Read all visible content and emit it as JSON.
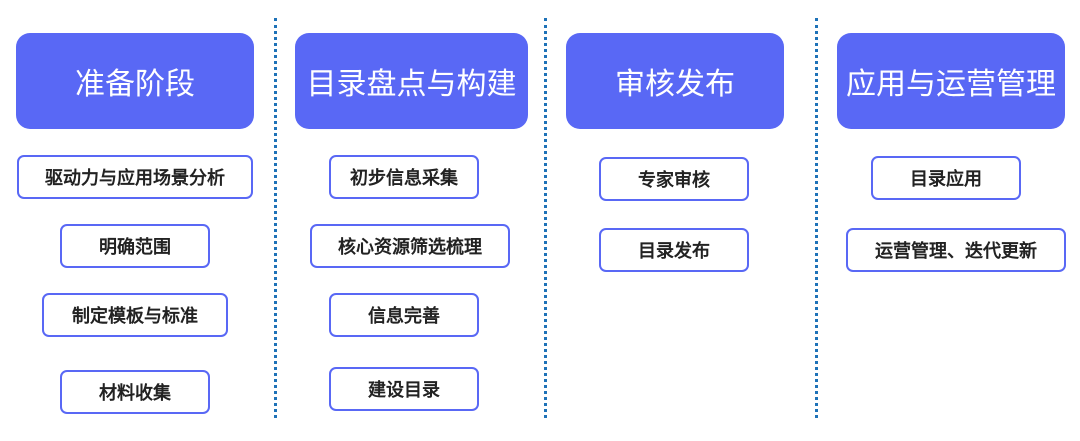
{
  "colors": {
    "stage_fill": "#5968F5",
    "step_border": "#5968F5",
    "divider": "#1E72B8"
  },
  "stages": [
    {
      "title": "准备阶段",
      "steps": [
        "驱动力与应用场景分析",
        "明确范围",
        "制定模板与标准",
        "材料收集"
      ]
    },
    {
      "title": "目录盘点与构建",
      "steps": [
        "初步信息采集",
        "核心资源筛选梳理",
        "信息完善",
        "建设目录"
      ]
    },
    {
      "title": "审核发布",
      "steps": [
        "专家审核",
        "目录发布"
      ]
    },
    {
      "title": "应用与运营管理",
      "steps": [
        "目录应用",
        "运营管理、迭代更新"
      ]
    }
  ]
}
